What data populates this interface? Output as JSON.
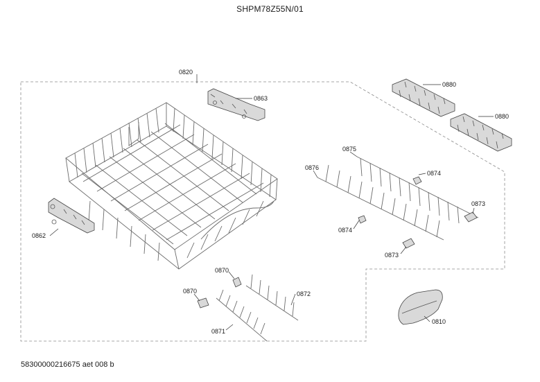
{
  "header": {
    "title": "SHPM78Z55N/01"
  },
  "footer": {
    "doc_id": "58300000216675 aet 008 b"
  },
  "callouts": {
    "c0820": "0820",
    "c0863": "0863",
    "c0862": "0862",
    "c0880a": "0880",
    "c0880b": "0880",
    "c0875": "0875",
    "c0876": "0876",
    "c0874a": "0874",
    "c0874b": "0874",
    "c0873a": "0873",
    "c0873b": "0873",
    "c0870a": "0870",
    "c0870b": "0870",
    "c0872": "0872",
    "c0871": "0871",
    "c0810": "0810"
  }
}
